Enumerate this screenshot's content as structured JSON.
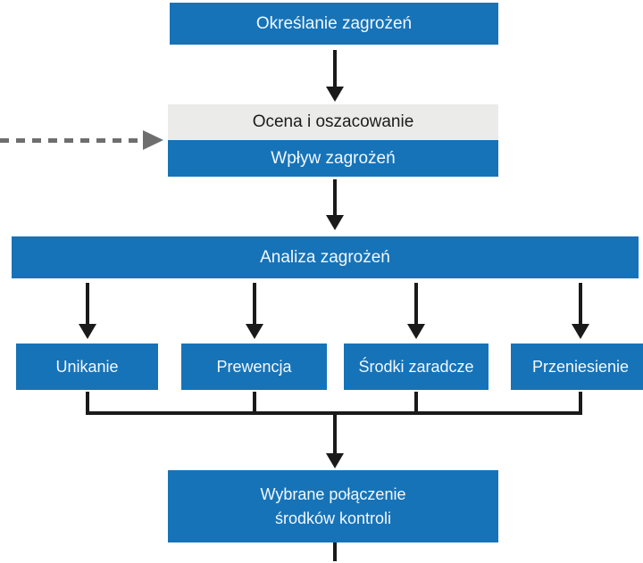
{
  "diagram": {
    "type": "flowchart",
    "language": "pl",
    "nodes": {
      "identify": {
        "label": "Określanie zagrożeń"
      },
      "assessment_top": {
        "label": "Ocena i oszacowanie"
      },
      "assessment_bottom": {
        "label": "Wpływ zagrożeń"
      },
      "analysis": {
        "label": "Analiza zagrożeń"
      },
      "avoidance": {
        "label": "Unikanie"
      },
      "prevention": {
        "label": "Prewencja"
      },
      "countermeasures": {
        "label": "Środki zaradcze"
      },
      "transfer": {
        "label": "Przeniesienie"
      },
      "selected_combination": {
        "line1": "Wybrane połączenie",
        "line2": "środków kontroli"
      }
    },
    "edges": [
      "identify -> assessment",
      "external dashed input -> assessment",
      "assessment -> analysis",
      "analysis -> avoidance",
      "analysis -> prevention",
      "analysis -> countermeasures",
      "analysis -> transfer",
      "avoidance+prevention+countermeasures+transfer -> selected_combination",
      "selected_combination -> (continues below)"
    ]
  },
  "colors": {
    "page_bg": "#ffffff",
    "node_blue": "#1673b8",
    "node_gray": "#ebebea",
    "text_on_blue": "#f2f8fc",
    "text_on_gray": "#1c1c1c",
    "arrow_black": "#1a1a1a",
    "arrow_gray": "#6e6e6e"
  }
}
